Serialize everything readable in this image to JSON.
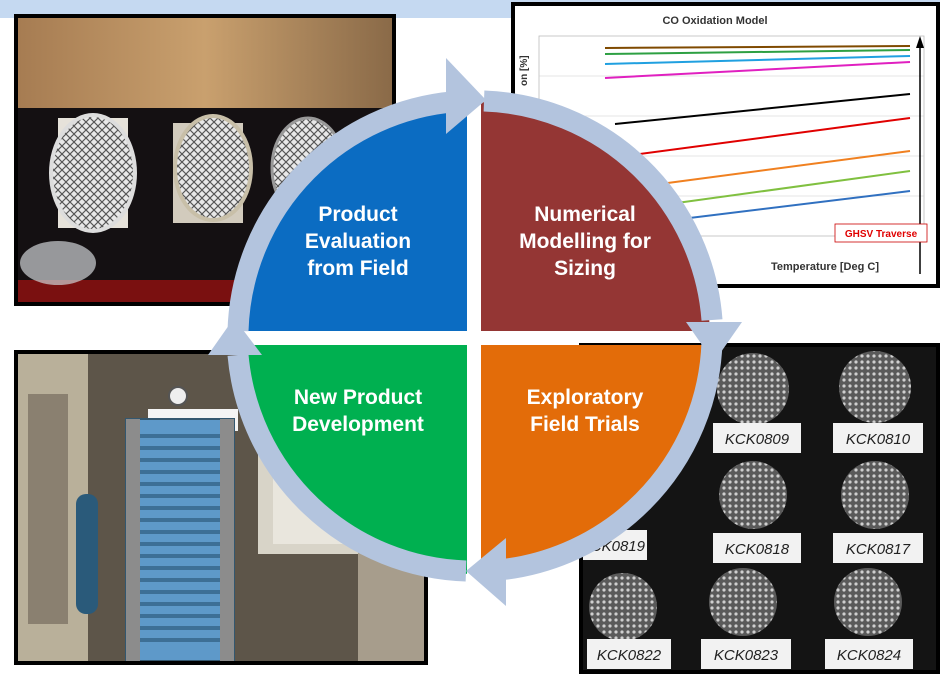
{
  "cycle": {
    "top_left": "Product\nEvaluation\nfrom Field",
    "top_right": "Numerical\nModelling for\nSizing",
    "bottom_right": "Exploratory\nField Trials",
    "bottom_left": "New Product\nDevelopment"
  },
  "colors": {
    "top_left": "#0b6cc2",
    "top_right": "#943634",
    "bottom_right": "#e36c09",
    "bottom_left": "#00b050",
    "arrow": "#b3c4de"
  },
  "chart_panel": {
    "title": "CO Oxidation Model",
    "ylabel": "on [%]",
    "xlabel": "Temperature [Deg C]",
    "annotation": "GHSV Traverse"
  },
  "sample_labels": [
    "KCK0809",
    "KCK0810",
    "KCK0819",
    "KCK0818",
    "KCK0817",
    "KCK0822",
    "KCK0823",
    "KCK0824"
  ],
  "icons": [
    "catalyst-cores-photo",
    "co-oxidation-chart-image",
    "test-rig-photo",
    "catalyst-samples-photo"
  ]
}
